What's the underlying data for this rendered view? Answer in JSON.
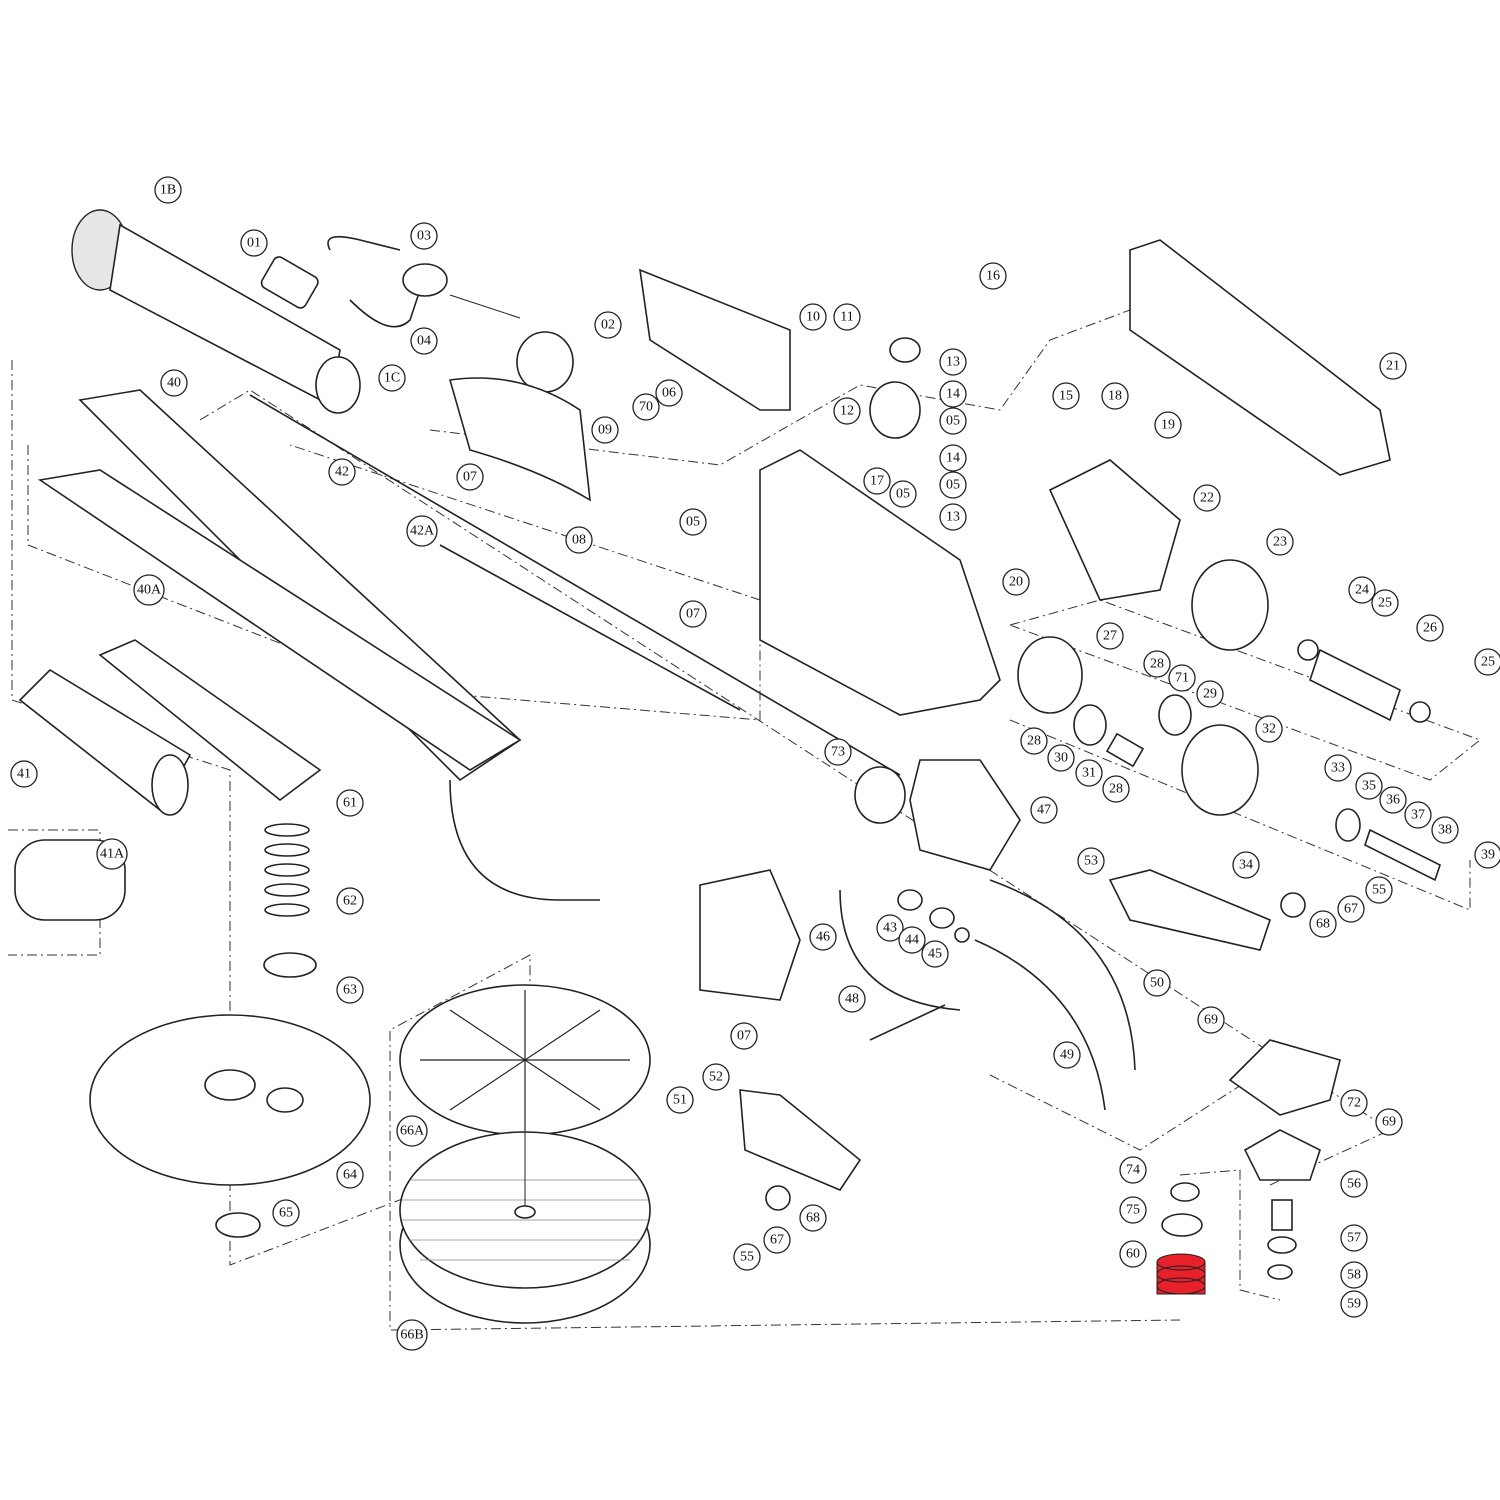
{
  "diagram": {
    "title": "Drywall sander exploded parts view",
    "highlight_color": "#e8202a",
    "highlighted_part": "60",
    "labels": [
      "1B",
      "01",
      "03",
      "04",
      "02",
      "10",
      "11",
      "16",
      "21",
      "1C",
      "40",
      "06",
      "70",
      "13",
      "14",
      "05",
      "15",
      "18",
      "19",
      "12",
      "09",
      "07",
      "42",
      "17",
      "05",
      "14",
      "05",
      "22",
      "13",
      "08",
      "42A",
      "05",
      "20",
      "23",
      "40A",
      "24",
      "25",
      "07",
      "27",
      "26",
      "28",
      "71",
      "25",
      "29",
      "28",
      "32",
      "30",
      "73",
      "31",
      "28",
      "33",
      "35",
      "36",
      "47",
      "41",
      "61",
      "37",
      "38",
      "34",
      "53",
      "39",
      "41A",
      "55",
      "67",
      "62",
      "43",
      "44",
      "46",
      "68",
      "45",
      "63",
      "50",
      "48",
      "69",
      "07",
      "49",
      "52",
      "51",
      "72",
      "66A",
      "69",
      "64",
      "74",
      "56",
      "65",
      "68",
      "75",
      "57",
      "67",
      "55",
      "60",
      "58",
      "59",
      "66B"
    ]
  }
}
